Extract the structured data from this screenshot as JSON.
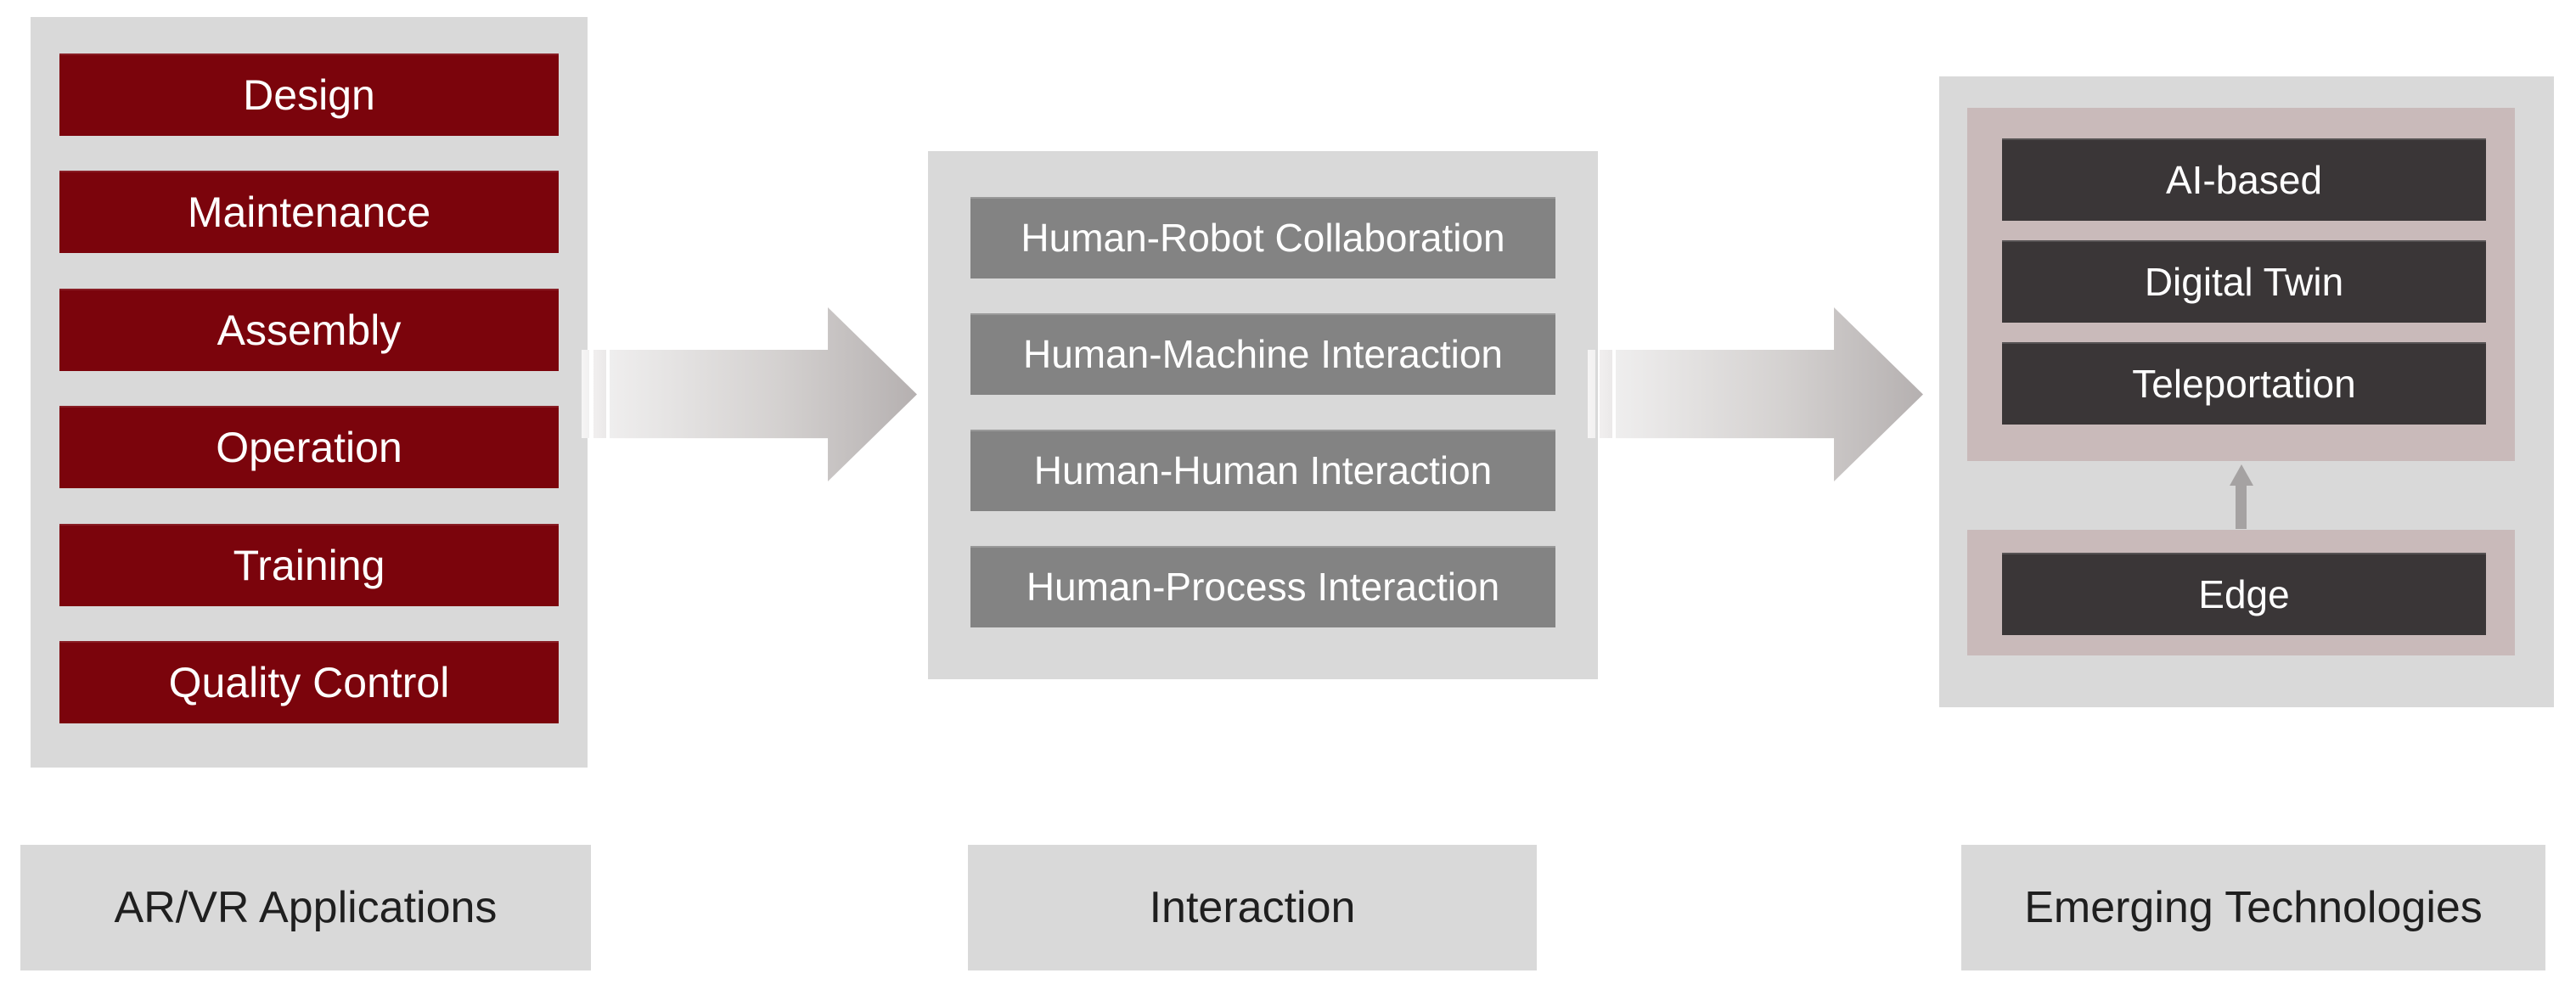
{
  "diagram_title": "",
  "colors": {
    "background": "#ffffff",
    "panel_gray": "#d9d9d9",
    "app_box_red": "#7b040c",
    "interaction_box_gray": "#838383",
    "tech_box_charcoal": "#3a3637",
    "tech_inner_panel_mauve": "#c9baba",
    "box_text_white": "#ffffff",
    "label_text_black": "#1f1f1f",
    "arrow_gradient_start": "#efeeee",
    "arrow_gradient_end": "#b5b0b0",
    "up_arrow_gray": "#a5a2a2"
  },
  "columns": [
    {
      "id": "arvr-applications",
      "label": "AR/VR Applications",
      "items": [
        "Design",
        "Maintenance",
        "Assembly",
        "Operation",
        "Training",
        "Quality Control"
      ]
    },
    {
      "id": "interaction",
      "label": "Interaction",
      "items": [
        "Human-Robot Collaboration",
        "Human-Machine Interaction",
        "Human-Human Interaction",
        "Human-Process Interaction"
      ]
    },
    {
      "id": "emerging-technologies",
      "label": "Emerging Technologies",
      "groups": {
        "top": [
          "AI-based",
          "Digital Twin",
          "Teleportation"
        ],
        "bottom": [
          "Edge"
        ]
      }
    }
  ],
  "connectors": {
    "left_to_middle": "striped-right-arrow",
    "middle_to_right": "striped-right-arrow",
    "edge_to_top_group": "up-arrow"
  }
}
